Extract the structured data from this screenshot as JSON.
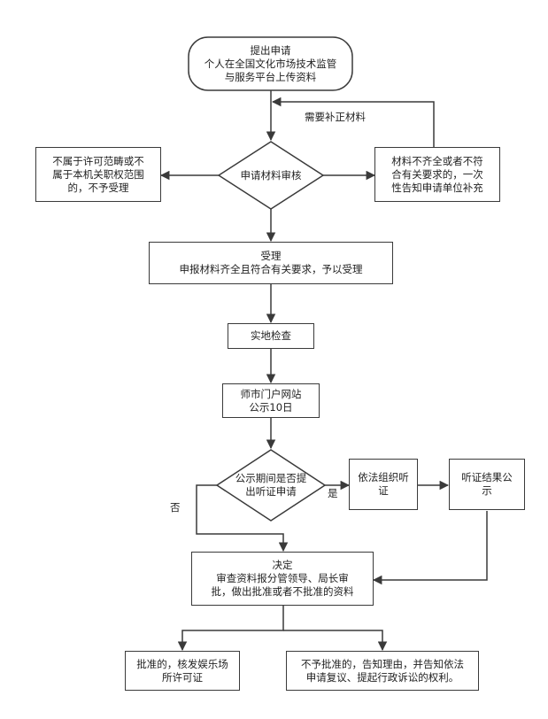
{
  "start": {
    "line1": "提出申请",
    "line2": "个人在全国文化市场技术监管",
    "line3": "与服务平台上传资料"
  },
  "supplement_label": "需要补正材料",
  "review": {
    "label": "申请材料审核"
  },
  "reject_left": {
    "line1": "不属于许可范畴或不",
    "line2": "属于本机关职权范围",
    "line3": "的，不予受理"
  },
  "incomplete": {
    "line1": "材料不齐全或者不符",
    "line2": "合有关要求的，一次",
    "line3": "性告知申请单位补充"
  },
  "accept": {
    "line1": "受理",
    "line2": "申报材料齐全且符合有关要求，予以受理"
  },
  "inspect": {
    "label": "实地检查"
  },
  "publicize": {
    "line1": "师市门户网站",
    "line2": "公示10日"
  },
  "hearing_q": {
    "line1": "公示期间是否提",
    "line2": "出听证申请"
  },
  "yes_label": "是",
  "no_label": "否",
  "hearing": {
    "line1": "依法组织听",
    "line2": "证"
  },
  "hearing_result": {
    "line1": "听证结果公",
    "line2": "示"
  },
  "decision": {
    "line1": "决定",
    "line2": "审查资料报分管领导、局长审",
    "line3": "批，做出批准或者不批准的资料"
  },
  "approve": {
    "line1": "批准的，核发娱乐场",
    "line2": "所许可证"
  },
  "deny": {
    "line1": "不予批准的，告知理由，并告知依法",
    "line2": "申请复议、提起行政诉讼的权利。"
  }
}
